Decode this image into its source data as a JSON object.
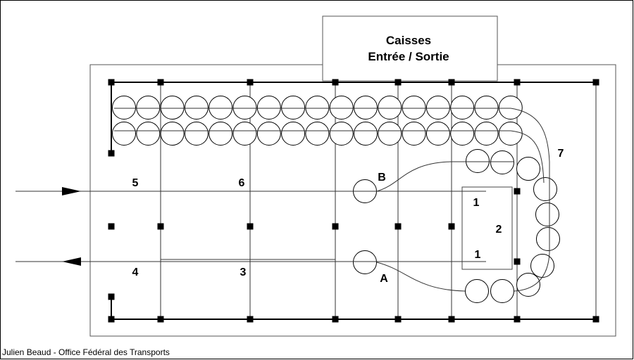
{
  "title": {
    "line1": "Caisses",
    "line2": "Entrée / Sortie"
  },
  "labels": {
    "num_1_top": "1",
    "num_1_bottom": "1",
    "num_2": "2",
    "num_3": "3",
    "num_4": "4",
    "num_5": "5",
    "num_6": "6",
    "num_7": "7",
    "letter_a": "A",
    "letter_b": "B"
  },
  "credit": "Julien Beaud - Office Fédéral des Transports"
}
